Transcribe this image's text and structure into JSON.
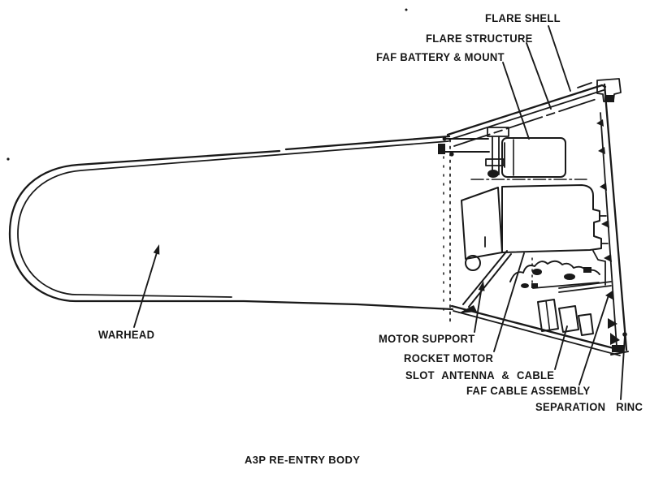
{
  "page": {
    "background": "#ffffff",
    "ink_color": "#191919"
  },
  "diagram": {
    "caption": "A3P RE-ENTRY BODY",
    "callouts": [
      {
        "id": "flare-shell",
        "label": "FLARE SHELL"
      },
      {
        "id": "flare-structure",
        "label": "FLARE STRUCTURE"
      },
      {
        "id": "faf-battery-mount",
        "label": "FAF BATTERY & MOUNT"
      },
      {
        "id": "warhead",
        "label": "WARHEAD"
      },
      {
        "id": "motor-support",
        "label": "MOTOR SUPPORT"
      },
      {
        "id": "rocket-motor",
        "label": "ROCKET MOTOR"
      },
      {
        "id": "slot-antenna-cable",
        "label": "SLOT ANTENNA & CABLE"
      },
      {
        "id": "faf-cable-assembly",
        "label": "FAF CABLE ASSEMBLY"
      },
      {
        "id": "separation-ring",
        "label": "SEPARATION RINC"
      }
    ]
  }
}
